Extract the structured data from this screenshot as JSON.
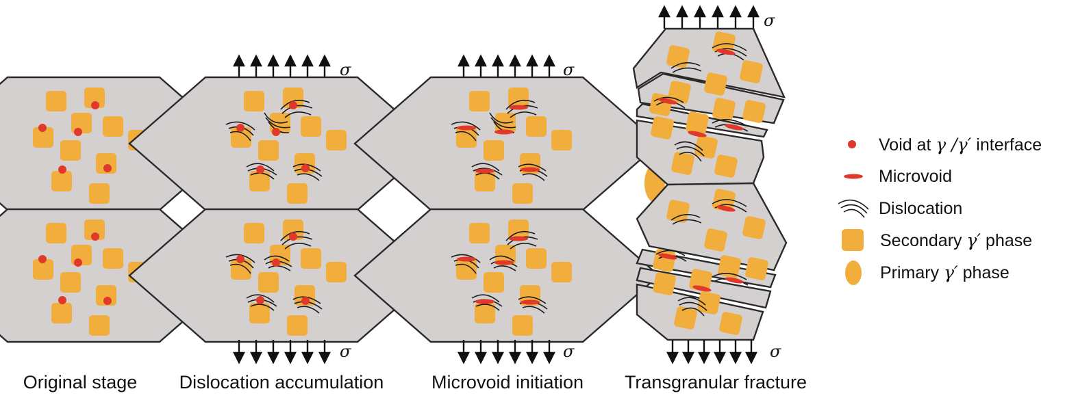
{
  "colors": {
    "grain_fill": "#d3d0cf",
    "grain_stroke": "#2a2a2a",
    "secondary_gamma_prime": "#f2ae3d",
    "primary_gamma_prime": "#f2ae3d",
    "void": "#e0392b",
    "microvoid": "#e0392b",
    "dislocation": "#1a1a1a",
    "arrow": "#111111"
  },
  "stress_symbol": "σ",
  "stages": [
    {
      "caption": "Original stage"
    },
    {
      "caption": "Dislocation accumulation"
    },
    {
      "caption": "Microvoid initiation"
    },
    {
      "caption": "Transgranular fracture"
    }
  ],
  "legend": {
    "items": [
      {
        "icon": "void-dot-icon",
        "label_pre": "Void at ",
        "label_sym": "γ /γ′",
        "label_post": " interface"
      },
      {
        "icon": "microvoid-dash-icon",
        "label_pre": "Microvoid",
        "label_sym": "",
        "label_post": ""
      },
      {
        "icon": "dislocation-lines-icon",
        "label_pre": "Dislocation",
        "label_sym": "",
        "label_post": ""
      },
      {
        "icon": "secondary-phase-square-icon",
        "label_pre": "Secondary ",
        "label_sym": "γ′",
        "label_post": " phase"
      },
      {
        "icon": "primary-phase-ellipse-icon",
        "label_pre": "Primary ",
        "label_sym": "γ′",
        "label_post": " phase"
      }
    ]
  }
}
